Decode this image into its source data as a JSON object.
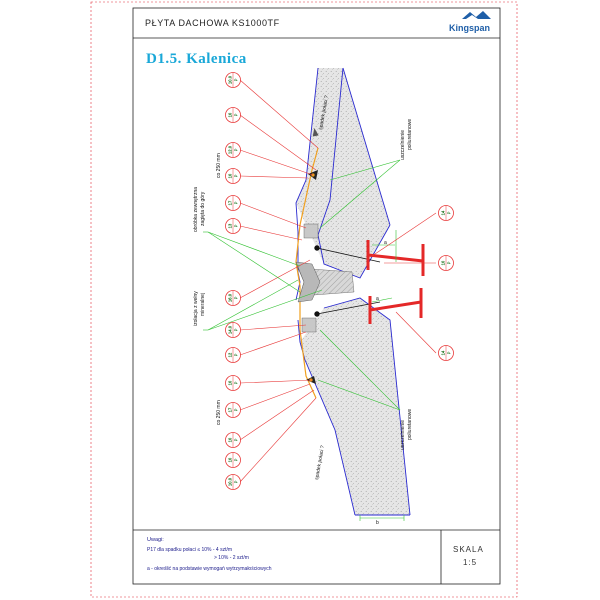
{
  "title": {
    "main": "PŁYTA DACHOWA KS1000TF",
    "section": "D1.5. Kalenica",
    "logo_text": "Kingspan"
  },
  "labels": {
    "slope_top": "spadek połaci ?",
    "slope_bottom": "spadek połaci ?",
    "sealant_top_1": "uszczelnienie",
    "sealant_top_2": "poliuretanowe",
    "sealant_bottom_1": "uszczelnienie",
    "sealant_bottom_2": "poliuretanowe",
    "spacing_top": "co 250 mm",
    "spacing_bottom": "co 250 mm",
    "flashing_1": "obróbka zewnętrzna",
    "flashing_2": "zagięta do góry",
    "wool_1": "izolacja z wełny",
    "wool_2": "mineralnej",
    "dim_a_top": "a",
    "dim_a_mid": "a",
    "dim_b": "b"
  },
  "bubbles": {
    "left": [
      {
        "top": "10.0",
        "bottom": "P"
      },
      {
        "top": "10",
        "bottom": "P"
      },
      {
        "top": "12.0",
        "bottom": "P"
      },
      {
        "top": "10",
        "bottom": "P"
      },
      {
        "top": "17",
        "bottom": "P"
      },
      {
        "top": "13",
        "bottom": "P"
      },
      {
        "top": "16.0",
        "bottom": "P"
      },
      {
        "top": "14.0",
        "bottom": "P"
      },
      {
        "top": "12",
        "bottom": "P"
      },
      {
        "top": "10",
        "bottom": "P"
      },
      {
        "top": "17",
        "bottom": "P"
      },
      {
        "top": "10",
        "bottom": "P"
      },
      {
        "top": "10",
        "bottom": "P"
      },
      {
        "top": "10.0",
        "bottom": "P"
      }
    ],
    "right": [
      {
        "top": "14",
        "bottom": "P"
      },
      {
        "top": "10",
        "bottom": "P"
      },
      {
        "top": "14",
        "bottom": "P"
      }
    ]
  },
  "notes": {
    "heading": "Uwagi:",
    "line1": "P17 dla spadku połaci ≤ 10% - 4 szt/m",
    "line2": "> 10% - 2 szt/m",
    "line3": "a - określić na podstawie wymogań wytrzymałościowych"
  },
  "scale": {
    "label": "SKALA",
    "value": "1:5"
  },
  "colors": {
    "frame": "#e0303a",
    "leader_red": "#e83a3a",
    "leader_green": "#33c233",
    "panel_outline": "#2a2ad0",
    "flashing": "#f0a020",
    "purlin": "#e42828",
    "section_title": "#1aa8d8",
    "bubble_fill": "#ffffff",
    "bubble_stroke": "#e83a3a",
    "core_fill": "#dcdcdc"
  }
}
